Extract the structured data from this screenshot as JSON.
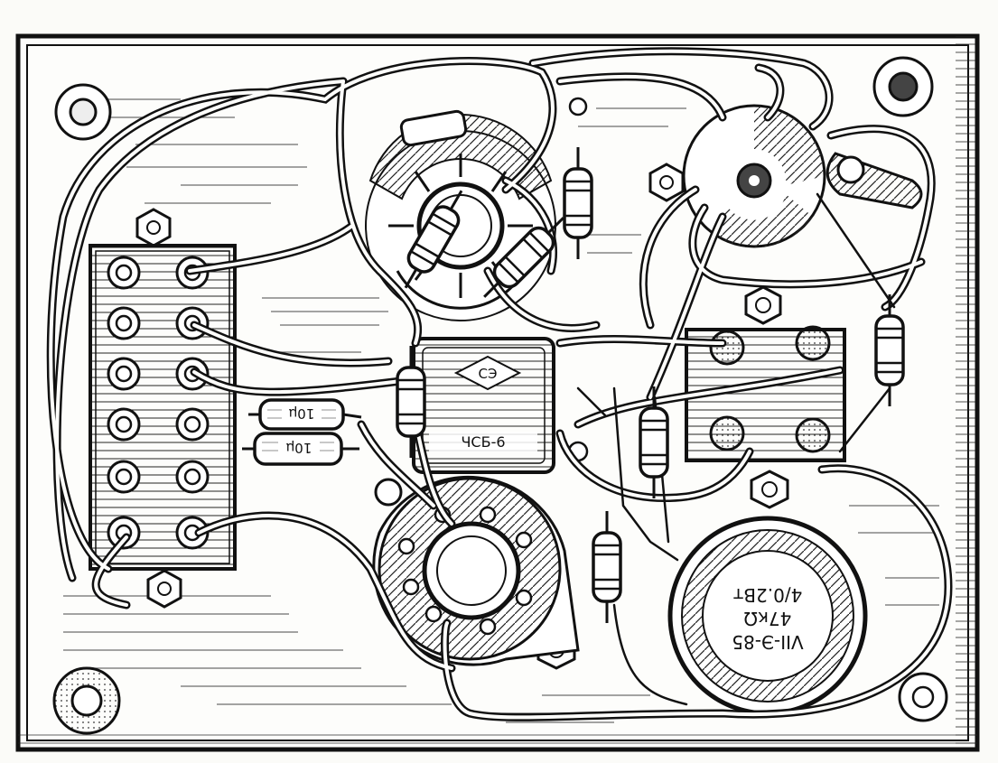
{
  "labels": {
    "cap_left_upper": "10μ",
    "cap_left_lower": "10μ",
    "transformer_mark": "СЭ",
    "transformer_text": "ЧСБ-6",
    "pot_line1": "VII-Э-85",
    "pot_line2": "47кΩ",
    "pot_line3": "4/0.2Вт"
  }
}
